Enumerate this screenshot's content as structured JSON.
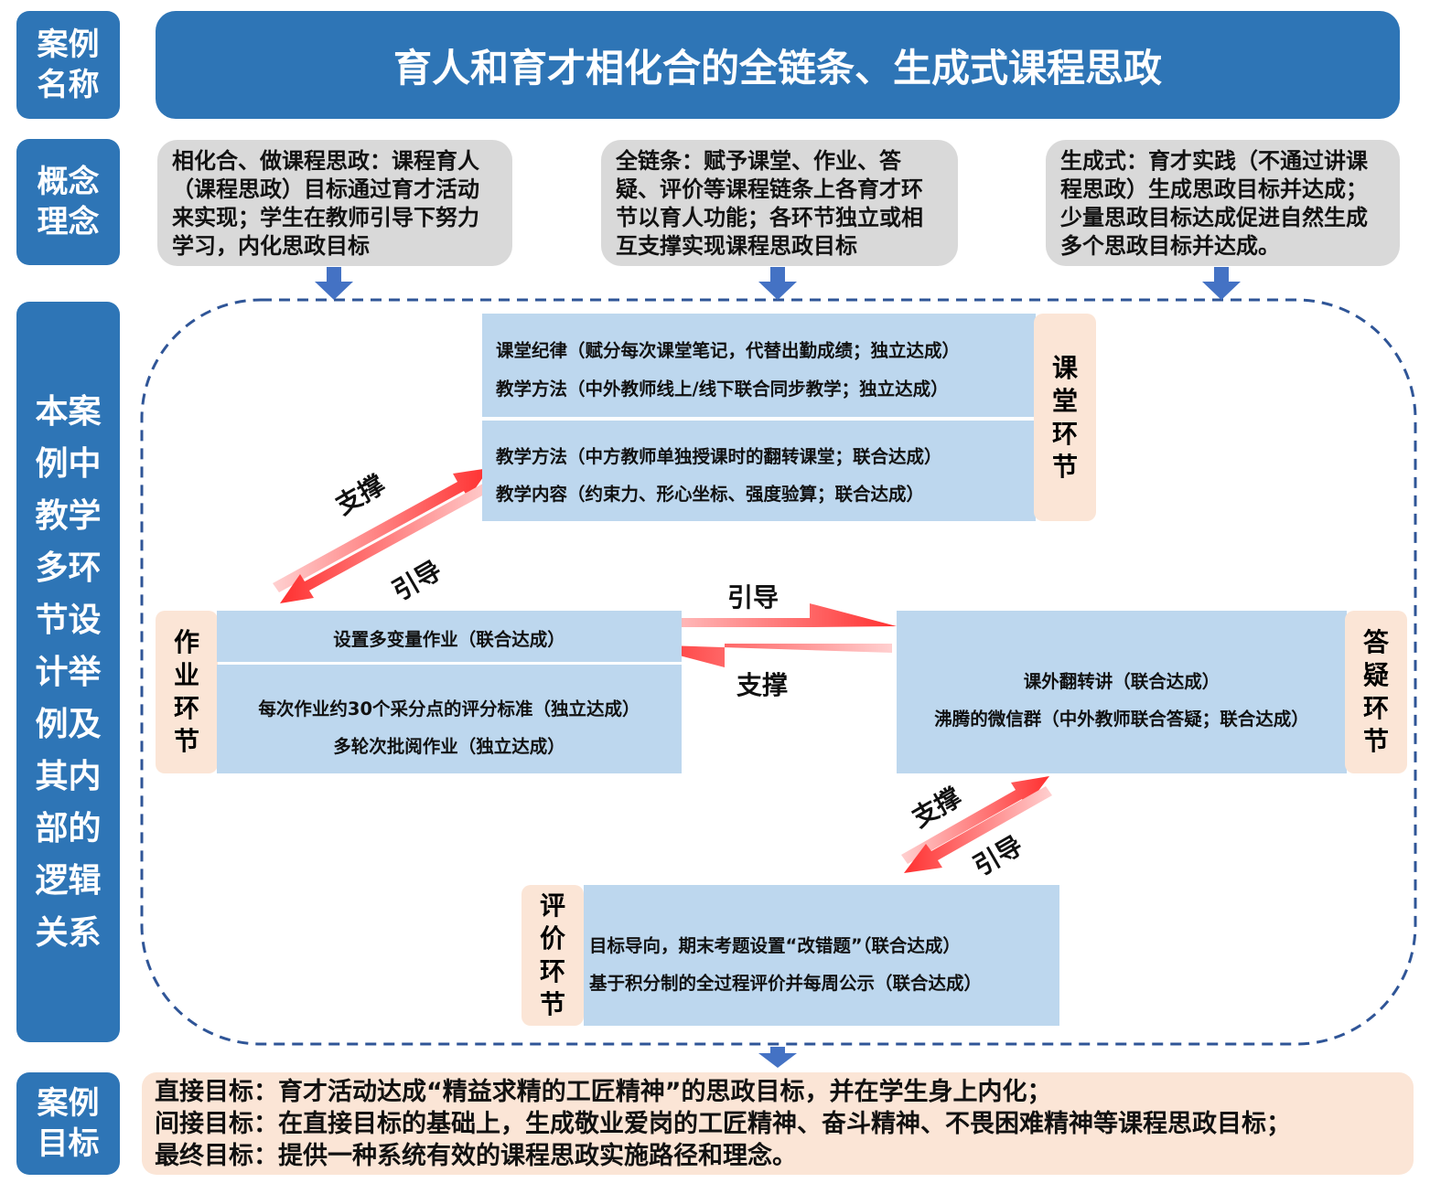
{
  "labels": {
    "case_name": "案例名称",
    "concept": "概念理念",
    "design": "本案例中教学多环节设计举例及其内部的逻辑关系",
    "goal": "案例目标"
  },
  "title": "育人和育才相化合的全链条、生成式课程思政",
  "concepts": [
    "相化合、做课程思政：课程育人（课程思政）目标通过育才活动来实现；学生在教师引导下努力学习，内化思政目标",
    "全链条：赋予课堂、作业、答疑、评价等课程链条上各育才环节以育人功能；各环节独立或相互支撑实现课程思政目标",
    "生成式：育才实践（不通过讲课程思政）生成思政目标并达成；少量思政目标达成促进自然生成多个思政目标并达成。"
  ],
  "classroom": {
    "label": "课堂环节",
    "items": [
      "课堂纪律（赋分每次课堂笔记，代替出勤成绩；独立达成）",
      "教学方法（中外教师线上/线下联合同步教学；独立达成）",
      "教学方法（中方教师单独授课时的翻转课堂；联合达成）",
      "教学内容（约束力、形心坐标、强度验算；联合达成）"
    ]
  },
  "homework": {
    "label": "作业环节",
    "items": [
      "设置多变量作业（联合达成）",
      "每次作业约30个采分点的评分标准（独立达成）",
      "多轮次批阅作业（独立达成）"
    ]
  },
  "qa": {
    "label": "答疑环节",
    "items": [
      "课外翻转讲（联合达成）",
      "沸腾的微信群（中外教师联合答疑；联合达成）"
    ]
  },
  "evaluation": {
    "label": "评价环节",
    "items": [
      "目标导向，期末考题设置“改错题”（联合达成）",
      "基于积分制的全过程评价并每周公示（联合达成）"
    ]
  },
  "arrow_labels": {
    "support": "支撑",
    "guide": "引导"
  },
  "goals": [
    "直接目标：育才活动达成“精益求精的工匠精神”的思政目标，并在学生身上内化；",
    "间接目标：在直接目标的基础上，生成敬业爱岗的工匠精神、奋斗精神、不畏困难精神等课程思政目标；",
    "最终目标：提供一种系统有效的课程思政实施路径和理念。"
  ],
  "colors": {
    "primary": "#2e75b6",
    "box": "#bdd7ee",
    "side": "#fbe5d6",
    "arrow": "#ff3b3b"
  }
}
